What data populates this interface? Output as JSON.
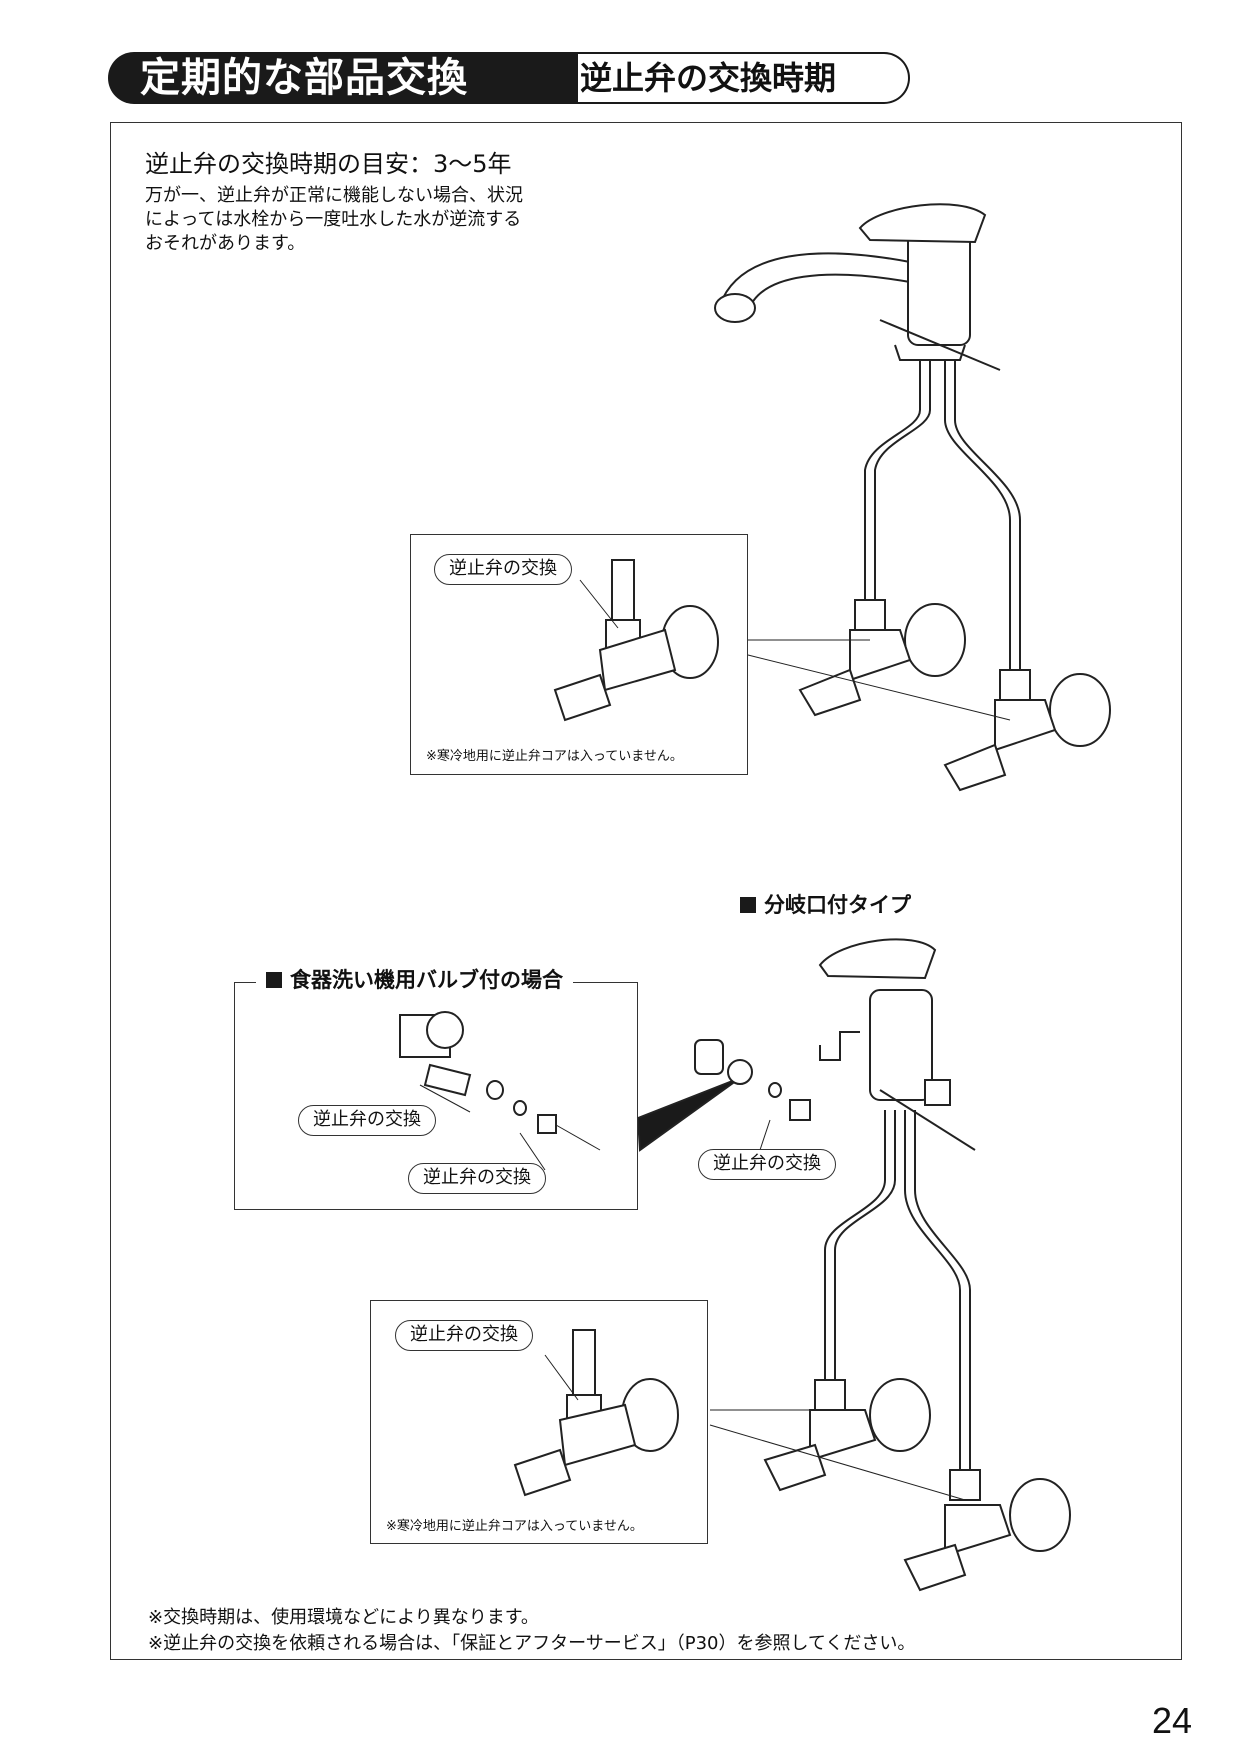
{
  "header": {
    "section_title": "定期的な部品交換",
    "subsection_title": "逆止弁の交換時期"
  },
  "content": {
    "subheading": "逆止弁の交換時期の目安：3〜5年",
    "intro_lines": [
      "万が一、逆止弁が正常に機能しない場合、状況",
      "によっては水栓から一度吐水した水が逆流する",
      "おそれがあります。"
    ]
  },
  "upper_figure": {
    "callout": "逆止弁の交換",
    "note": "※寒冷地用に逆止弁コアは入っていません。"
  },
  "lower_figure": {
    "type_label": "分岐口付タイプ",
    "dishwasher_box_title": "食器洗い機用バルブ付の場合",
    "dishwasher_callouts": [
      "逆止弁の交換",
      "逆止弁の交換"
    ],
    "branch_callout": "逆止弁の交換",
    "inset_callout": "逆止弁の交換",
    "note": "※寒冷地用に逆止弁コアは入っていません。"
  },
  "footnotes": [
    "※交換時期は、使用環境などにより異なります。",
    "※逆止弁の交換を依頼される場合は、「保証とアフターサービス」（P30）を参照してください。"
  ],
  "page_number": "24"
}
